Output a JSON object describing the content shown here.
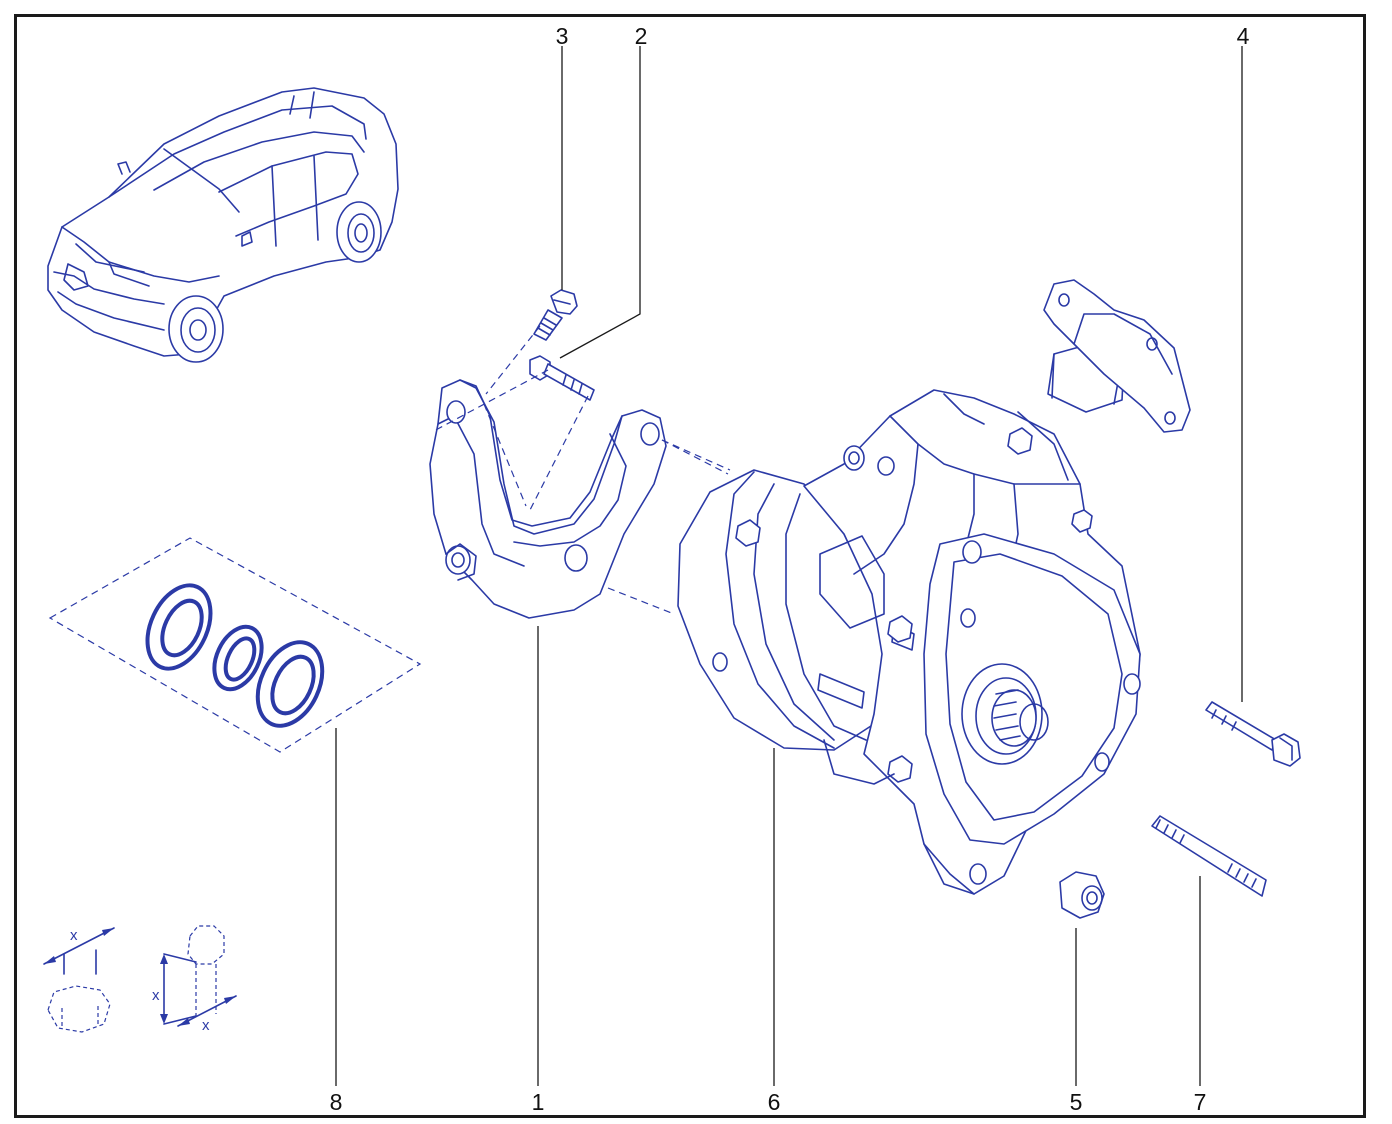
{
  "diagram": {
    "callouts": [
      {
        "id": "1",
        "label": "1"
      },
      {
        "id": "2",
        "label": "2"
      },
      {
        "id": "3",
        "label": "3"
      },
      {
        "id": "4",
        "label": "4"
      },
      {
        "id": "5",
        "label": "5"
      },
      {
        "id": "6",
        "label": "6"
      },
      {
        "id": "7",
        "label": "7"
      },
      {
        "id": "8",
        "label": "8"
      }
    ],
    "dimension_marks": {
      "nut_x": "x",
      "bolt_length_x": "x",
      "bolt_thread_x": "x"
    }
  },
  "colors": {
    "line": "#2b3aa6",
    "frame": "#1a1a1a",
    "background": "#ffffff"
  }
}
